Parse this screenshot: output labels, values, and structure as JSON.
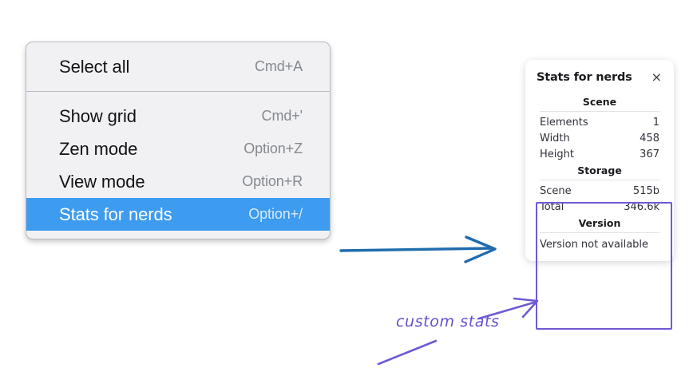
{
  "context_menu": {
    "groups": [
      {
        "items": [
          {
            "label": "Select all",
            "shortcut": "Cmd+A",
            "selected": false
          }
        ]
      },
      {
        "items": [
          {
            "label": "Show grid",
            "shortcut": "Cmd+'",
            "selected": false
          },
          {
            "label": "Zen mode",
            "shortcut": "Option+Z",
            "selected": false
          },
          {
            "label": "View mode",
            "shortcut": "Option+R",
            "selected": false
          },
          {
            "label": "Stats for nerds",
            "shortcut": "Option+/",
            "selected": true
          }
        ]
      }
    ],
    "highlight_color": "#3d9bf0"
  },
  "stats_panel": {
    "title": "Stats for nerds",
    "close_icon": "×",
    "sections": [
      {
        "heading": "Scene",
        "rows": [
          {
            "label": "Elements",
            "value": "1"
          },
          {
            "label": "Width",
            "value": "458"
          },
          {
            "label": "Height",
            "value": "367"
          }
        ]
      },
      {
        "heading": "Storage",
        "rows": [
          {
            "label": "Scene",
            "value": "515b"
          },
          {
            "label": "Total",
            "value": "346.6k"
          }
        ]
      },
      {
        "heading": "Version",
        "note": "Version not available"
      }
    ]
  },
  "annotations": {
    "custom_stats_label": "custom stats",
    "highlight_box_color": "#7158d6",
    "blue_arrow_color": "#1f6cad",
    "purple_arrow_color": "#7158d6"
  }
}
